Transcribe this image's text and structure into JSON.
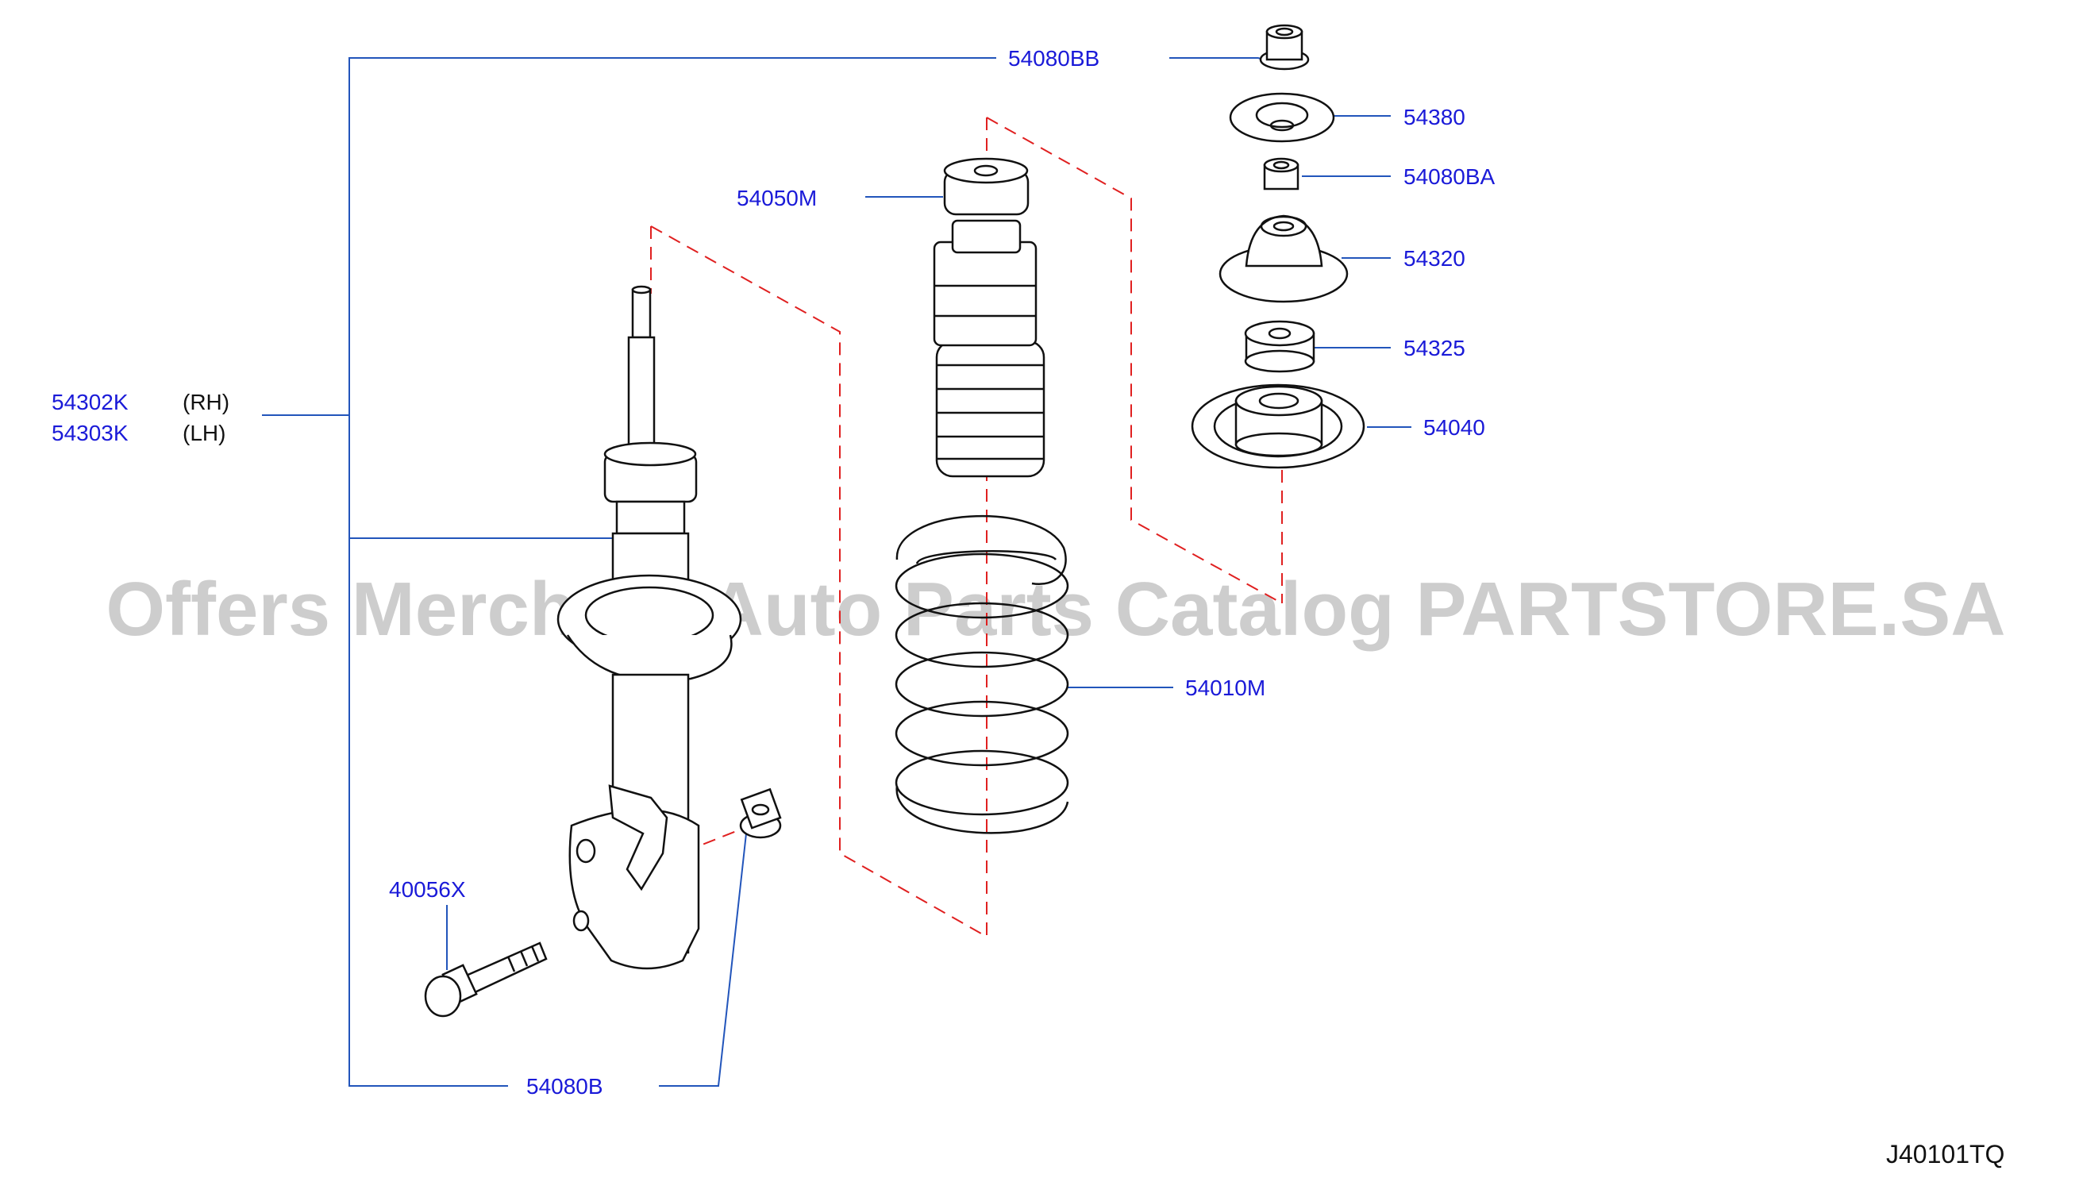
{
  "diagram": {
    "reference_code": "J40101TQ",
    "watermark": "Offers Merchant Auto Parts Catalog PARTSTORE.SA",
    "parts": {
      "nut_top": "54080BB",
      "washer_top": "54380",
      "nut_small": "54080BA",
      "mount_insulator": "54320",
      "bushing": "54325",
      "seat_upper": "54040",
      "bound_bumper": "54050M",
      "coil_spring": "54010M",
      "strut_rh": "54302K",
      "strut_lh": "54303K",
      "side_rh": "(RH)",
      "side_lh": "(LH)",
      "bolt": "40056X",
      "nut_lower": "54080B"
    }
  }
}
